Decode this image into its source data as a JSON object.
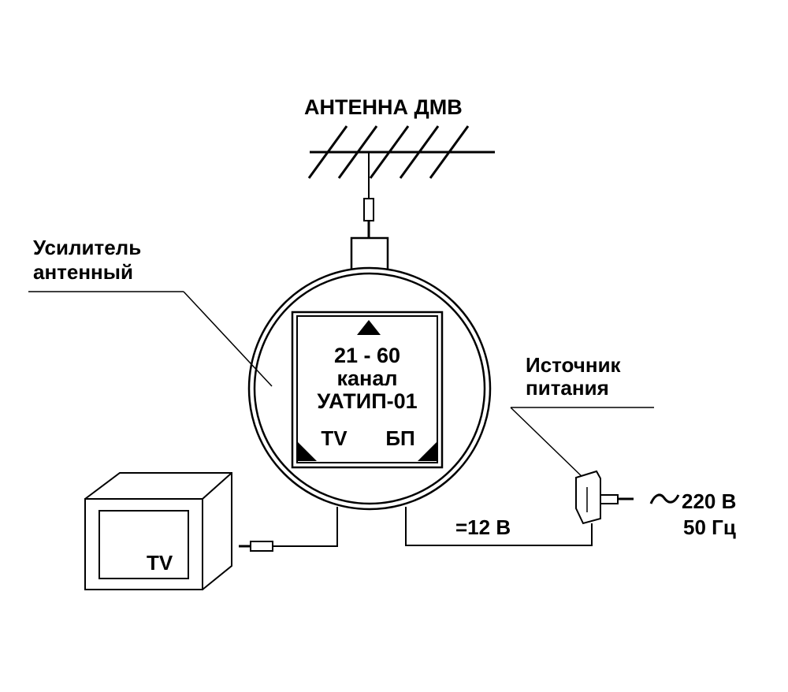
{
  "antenna": {
    "label": "АНТЕННА  ДМВ"
  },
  "amplifier": {
    "label_line1": "Усилитель",
    "label_line2": "антенный",
    "range": "21 - 60",
    "unit": "канал",
    "model": "УАТИП-01",
    "port_tv": "TV",
    "port_psu": "БП"
  },
  "power_supply": {
    "label_line1": "Источник",
    "label_line2": "питания",
    "dc_output": "=12 В",
    "ac_voltage": "220 В",
    "ac_frequency": "50 Гц",
    "ac_symbol": "~"
  },
  "tv": {
    "label": "TV"
  }
}
